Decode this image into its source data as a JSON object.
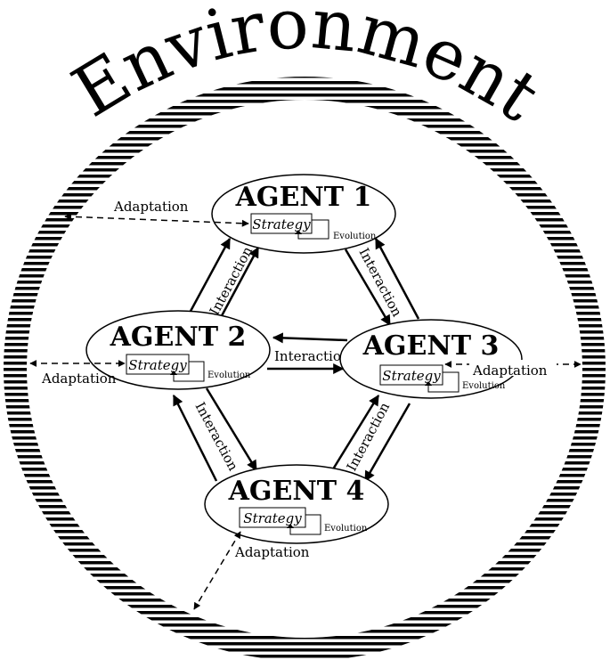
{
  "environment": {
    "title": "Environment"
  },
  "agents": [
    {
      "title": "AGENT 1",
      "strategy": "Strategy",
      "evolution": "Evolution"
    },
    {
      "title": "AGENT 2",
      "strategy": "Strategy",
      "evolution": "Evolution"
    },
    {
      "title": "AGENT 3",
      "strategy": "Strategy",
      "evolution": "Evolution"
    },
    {
      "title": "AGENT 4",
      "strategy": "Strategy",
      "evolution": "Evolution"
    }
  ],
  "interactions": {
    "label": "Interaction"
  },
  "adaptations": {
    "label": "Adaptation"
  }
}
